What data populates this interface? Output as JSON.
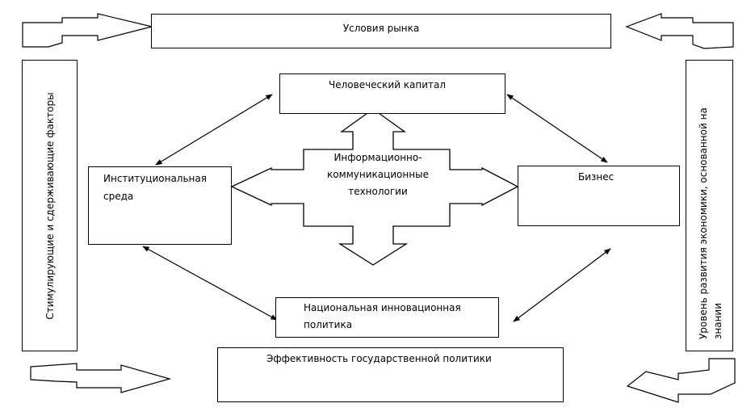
{
  "boxes": {
    "market_conditions": "Условия рынка",
    "human_capital": "Человеческий капитал",
    "institutional_environment": "Институциональная среда",
    "business": "Бизнес",
    "national_innovation_policy": "Национальная инновационная политика",
    "state_policy_efficiency": "Эффективность государственной политики",
    "ict": "Информационно-коммуникационные технологии"
  },
  "side_labels": {
    "left": "Стимулирующие и сдерживающие факторы",
    "right": "Уровень развития экономики, основанной на знании"
  },
  "colors": {
    "stroke": "#000000",
    "fill": "#ffffff"
  }
}
